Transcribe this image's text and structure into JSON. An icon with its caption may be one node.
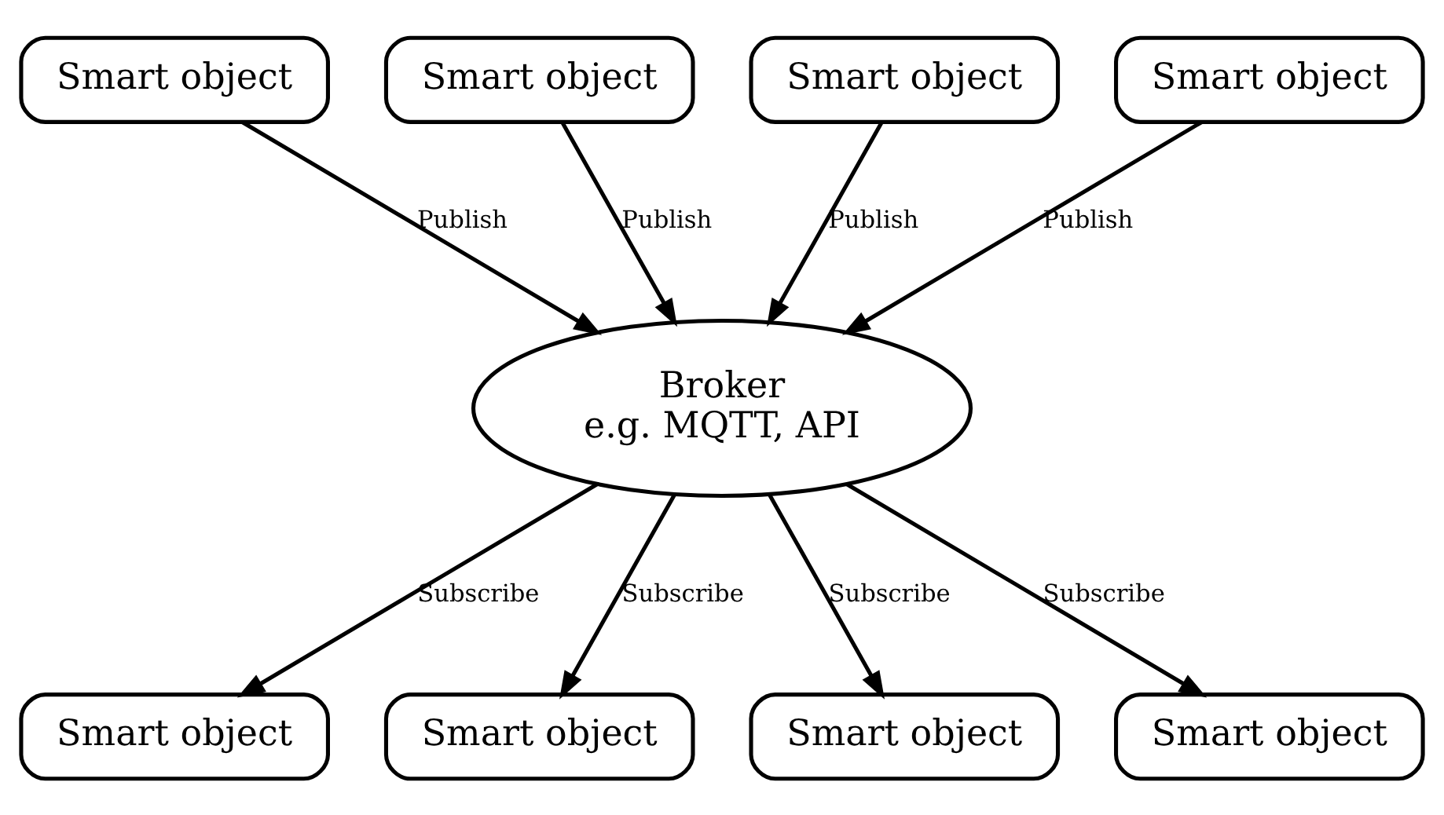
{
  "diagram": {
    "nodes": [
      {
        "text": [
          "Smart object"
        ]
      },
      {
        "text": [
          "Smart object"
        ]
      },
      {
        "text": [
          "Smart object"
        ]
      },
      {
        "text": [
          "Smart object"
        ]
      },
      {
        "text": [
          "Broker",
          "e.g. MQTT, API"
        ]
      },
      {
        "text": [
          "Smart object"
        ]
      },
      {
        "text": [
          "Smart object"
        ]
      },
      {
        "text": [
          "Smart object"
        ]
      },
      {
        "text": [
          "Smart object"
        ]
      }
    ],
    "edges": [
      {
        "from": 0,
        "to": 4,
        "arrow": "to",
        "label": "Publish"
      },
      {
        "from": 1,
        "to": 4,
        "arrow": "to",
        "label": "Publish"
      },
      {
        "from": 2,
        "to": 4,
        "arrow": "to",
        "label": "Publish"
      },
      {
        "from": 3,
        "to": 4,
        "arrow": "to",
        "label": "Publish"
      },
      {
        "from": 4,
        "to": 5,
        "arrow": "to",
        "label": "Subscribe"
      },
      {
        "from": 4,
        "to": 6,
        "arrow": "to",
        "label": "Subscribe"
      },
      {
        "from": 4,
        "to": 7,
        "arrow": "to",
        "label": "Subscribe"
      },
      {
        "from": 4,
        "to": 8,
        "arrow": "to",
        "label": "Subscribe"
      }
    ]
  }
}
